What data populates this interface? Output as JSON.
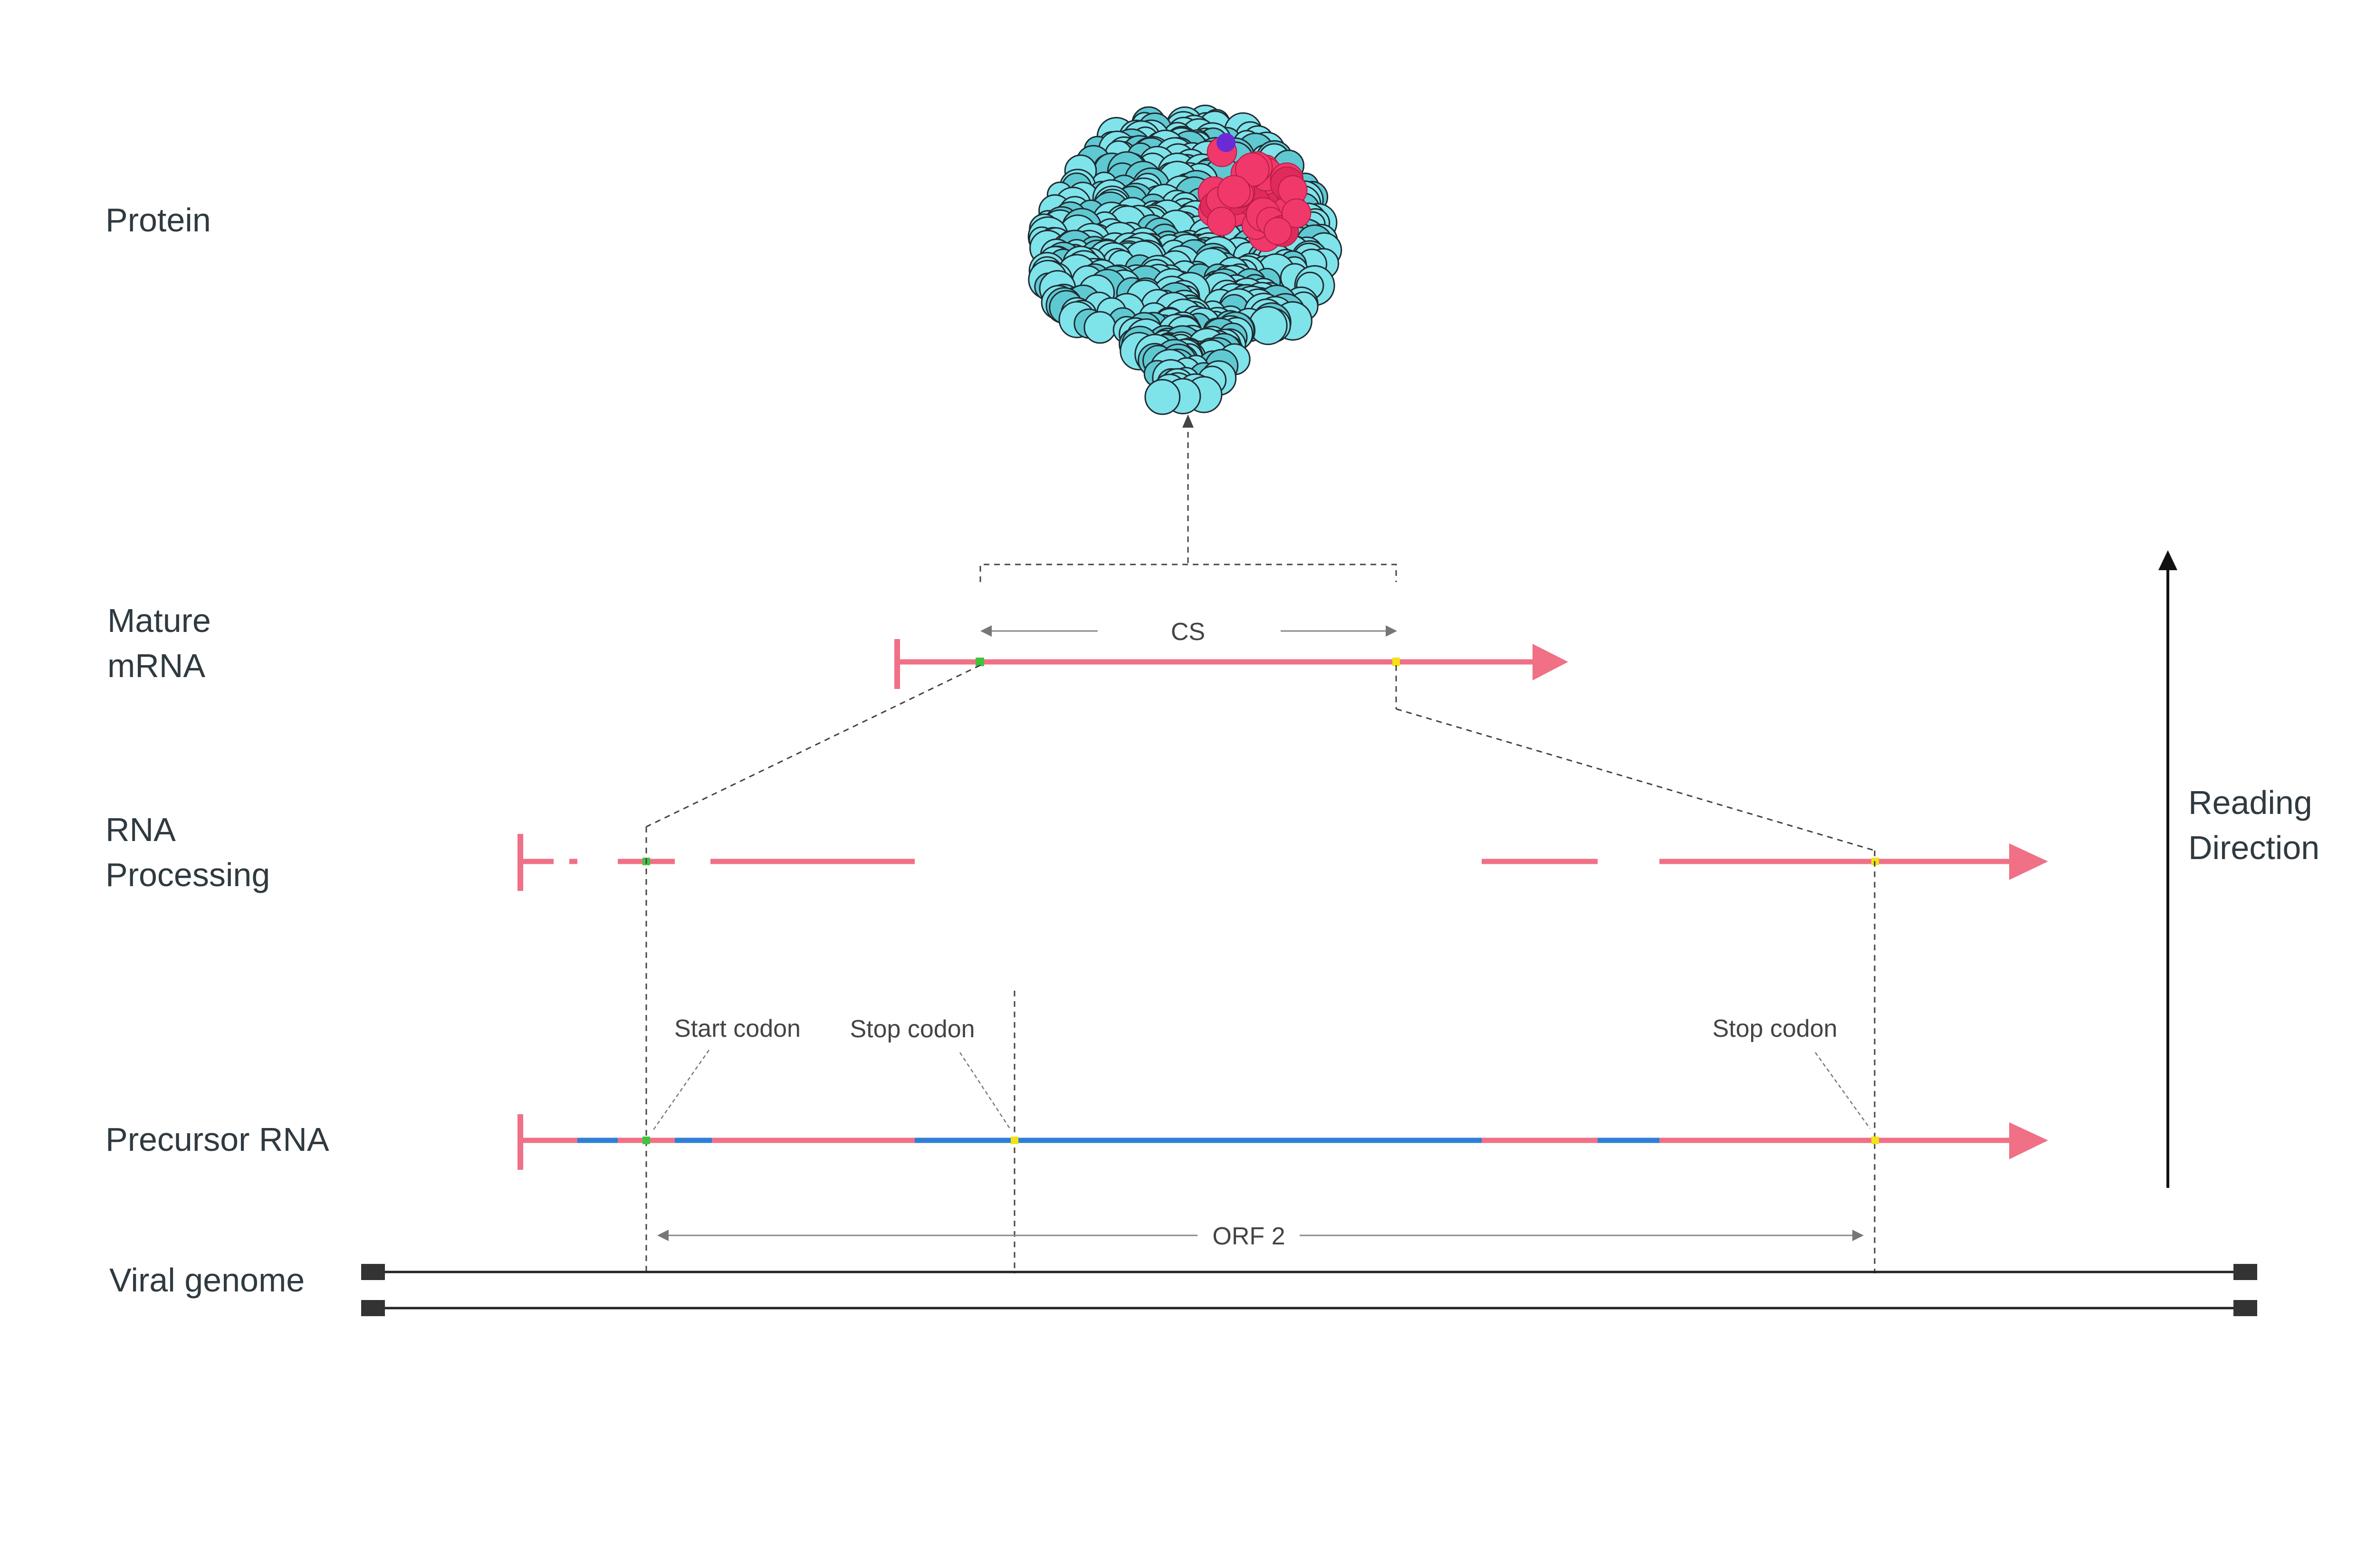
{
  "labels": {
    "protein": "Protein",
    "mature_mrna_1": "Mature",
    "mature_mrna_2": "mRNA",
    "rna_processing_1": "RNA",
    "rna_processing_2": "Processing",
    "precursor_rna": "Precursor RNA",
    "viral_genome": "Viral genome",
    "reading_direction_1": "Reading",
    "reading_direction_2": "Direction"
  },
  "annotations": {
    "cs": "CS",
    "start_codon": "Start codon",
    "stop_codon_1": "Stop codon",
    "stop_codon_2": "Stop codon",
    "orf": "ORF 2"
  },
  "colors": {
    "exon": "#f07086",
    "intron": "#2e7fd6",
    "start_codon": "#3fc43f",
    "stop_codon": "#f2e316",
    "protein_body": "#7fe3ea",
    "protein_outline": "#1f2a30",
    "protein_site": "#f0386a",
    "genome": "#222222"
  },
  "icons": {
    "protein": "protein-structure-icon"
  }
}
